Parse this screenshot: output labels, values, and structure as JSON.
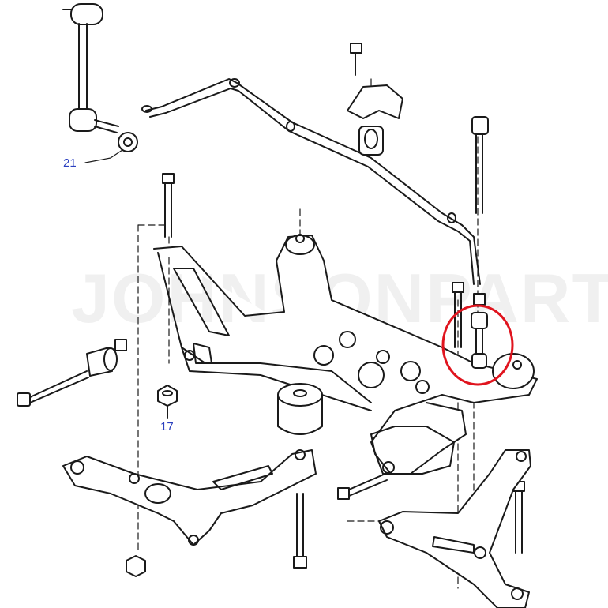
{
  "callouts": {
    "item_21": "21",
    "item_17": "17"
  },
  "watermark": "JOHNSONPARTS",
  "colors": {
    "line": "#1a1a1a",
    "callout_text": "#2a3fbf",
    "highlight_ring": "#e0141e",
    "background": "#ffffff"
  }
}
